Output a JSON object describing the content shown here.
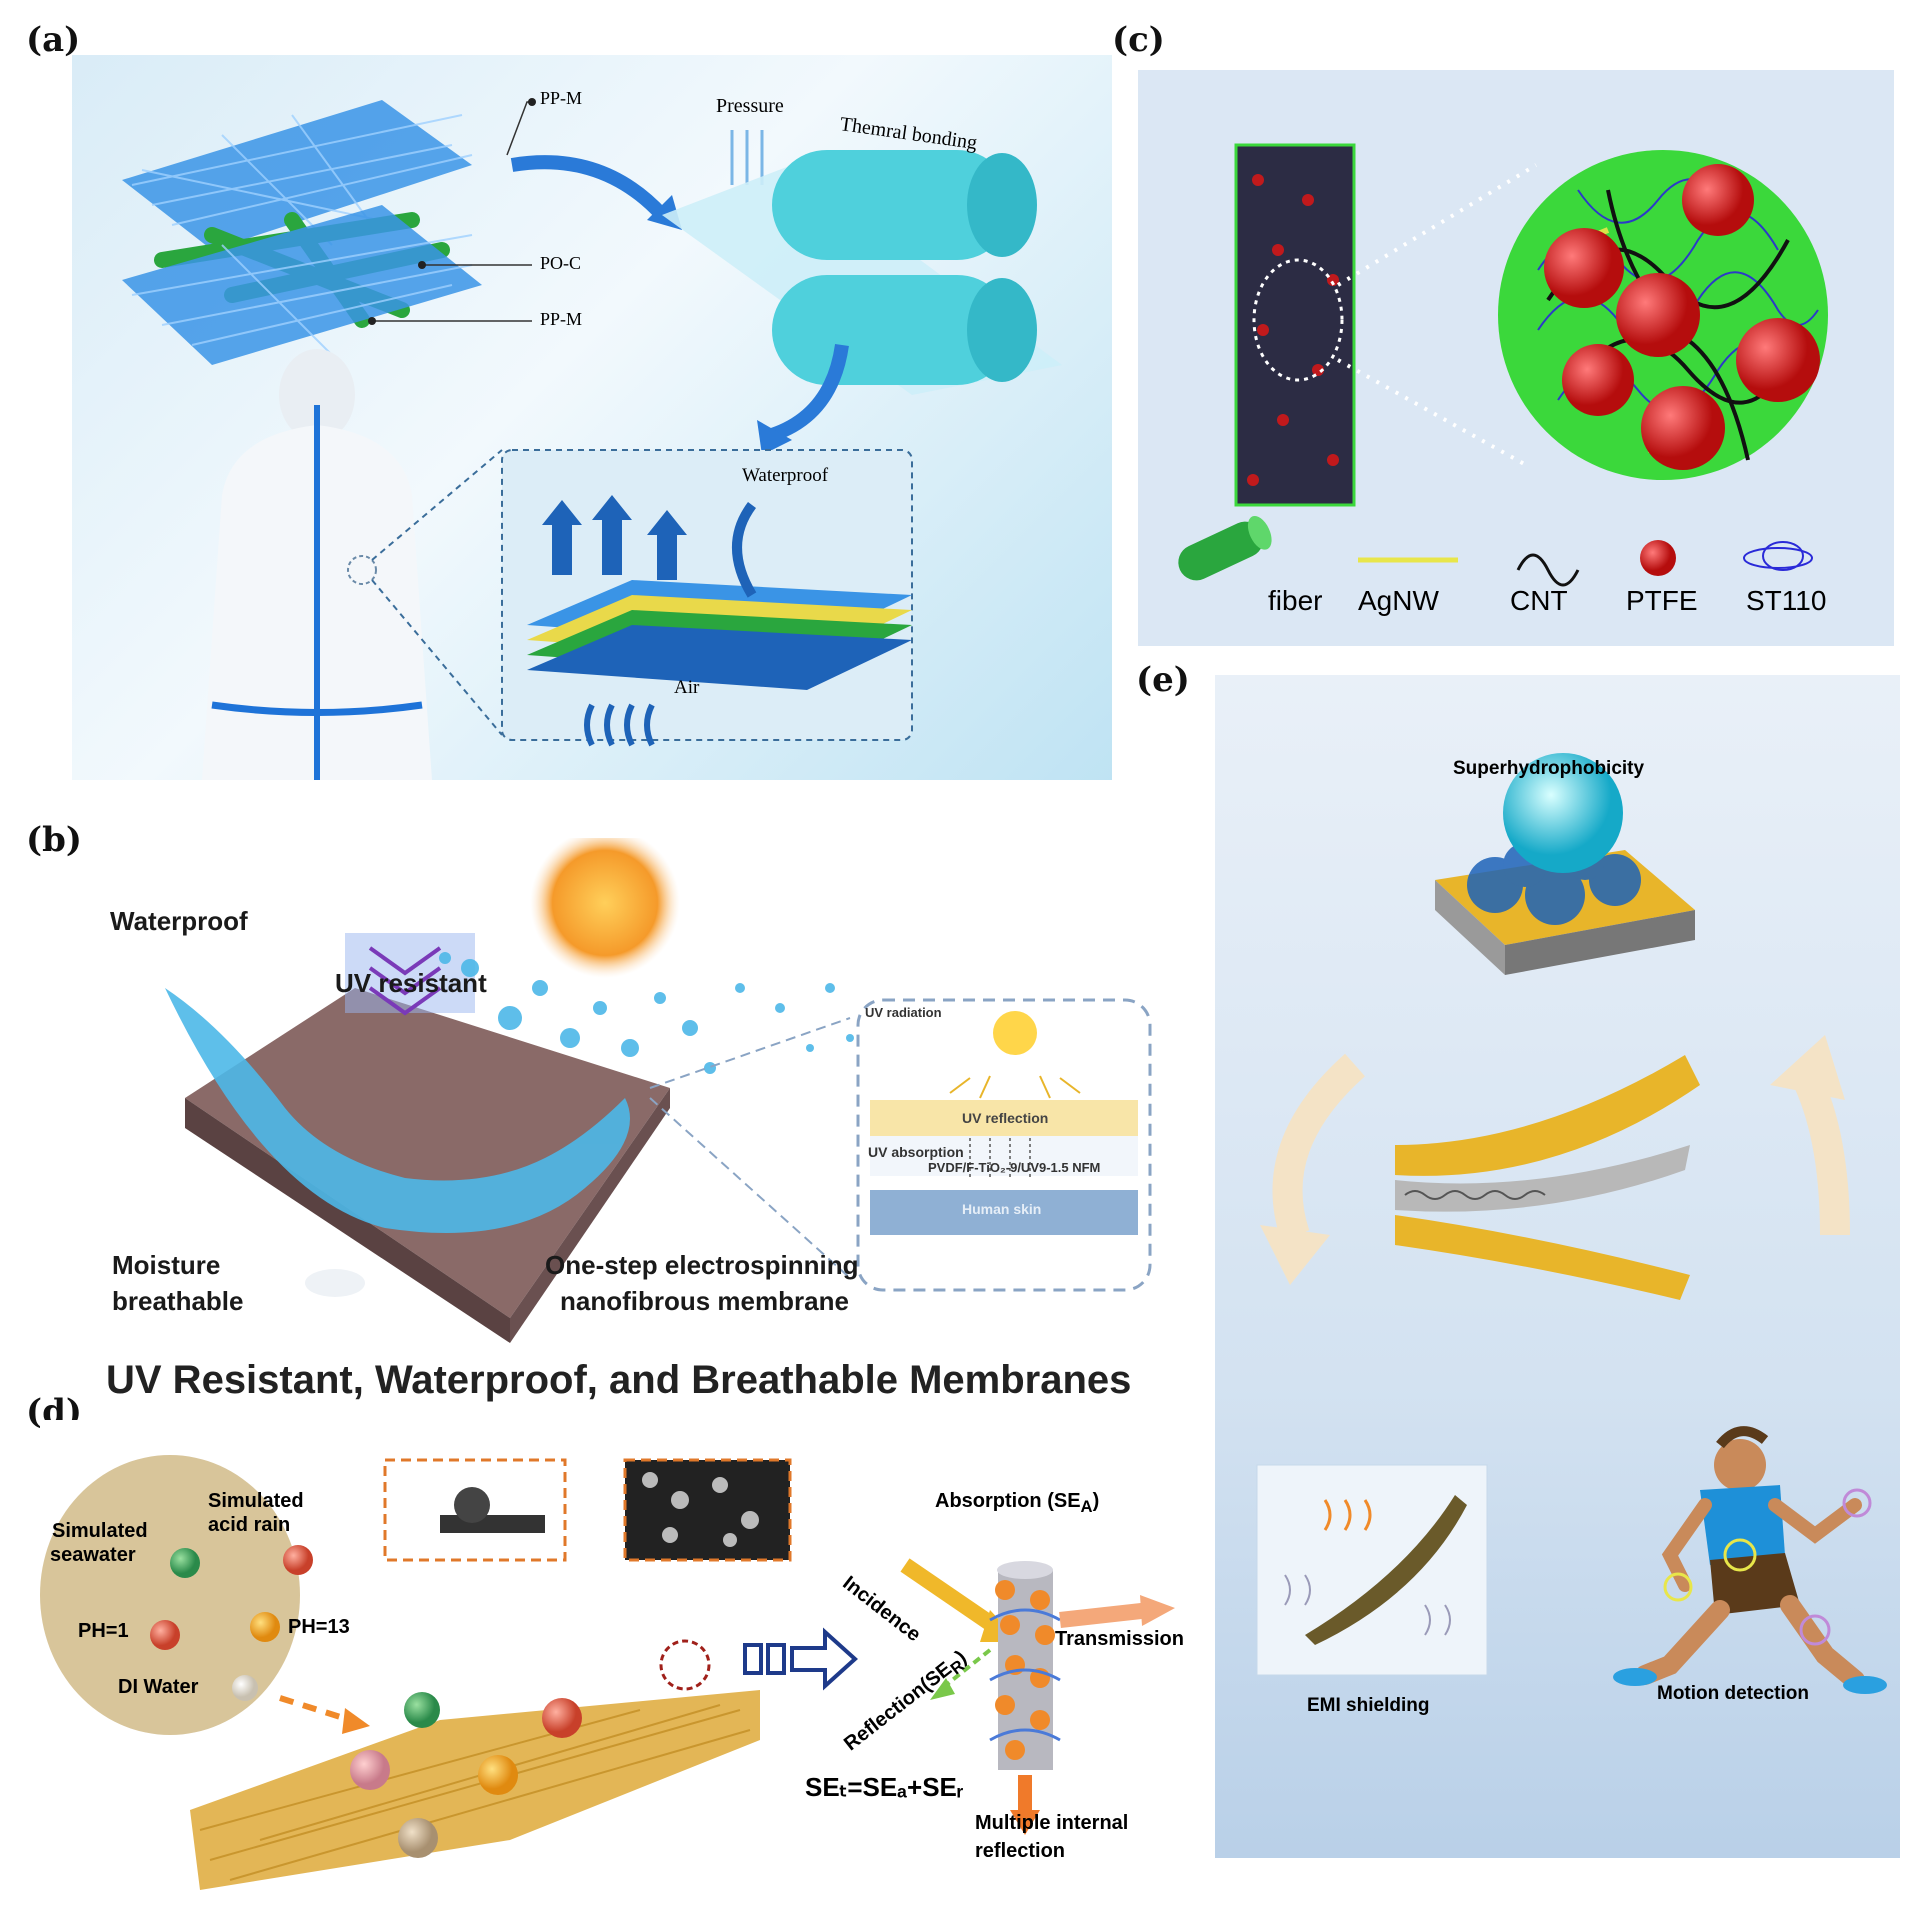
{
  "labels": {
    "a": "(a)",
    "b": "(b)",
    "c": "(c)",
    "d": "(d)",
    "e": "(e)"
  },
  "panel_a": {
    "pp_m_top": "PP-M",
    "po_c": "PO-C",
    "pp_m_bottom": "PP-M",
    "pressure": "Pressure",
    "thermal_bonding": "Themral bonding",
    "waterproof": "Waterproof",
    "air": "Air"
  },
  "panel_b": {
    "waterproof": "Waterproof",
    "uv_resistant": "UV resistant",
    "moisture": "Moisture",
    "breathable": "breathable",
    "one_step_1": "One-step electrospinning",
    "one_step_2": "nanofibrous membrane",
    "uv_radiation": "UV radiation",
    "uv_reflection": "UV reflection",
    "uv_absorption": "UV absorption",
    "membrane": "PVDF/F-TiO₂-9/UV9-1.5 NFM",
    "human_skin": "Human skin",
    "title": "UV Resistant, Waterproof, and Breathable Membranes"
  },
  "panel_c": {
    "legend": [
      "fiber",
      "AgNW",
      "CNT",
      "PTFE",
      "ST110"
    ]
  },
  "panel_d": {
    "simulated_seawater_1": "Simulated",
    "simulated_seawater_2": "seawater",
    "simulated_acid_1": "Simulated",
    "simulated_acid_2": "acid rain",
    "ph1": "PH=1",
    "ph13": "PH=13",
    "di_water": "DI Water",
    "absorption": "Absorption (SE",
    "absorption_sub": "A",
    "incidence": "Incidence",
    "transmission": "Transmission",
    "reflection": "Reflection(SE",
    "reflection_sub": "R",
    "equation": "SEₜ=SEₐ+SEᵣ",
    "multiple_1": "Multiple internal",
    "multiple_2": "reflection"
  },
  "panel_e": {
    "superhydrophobicity": "Superhydrophobicity",
    "emi_shielding": "EMI shielding",
    "motion_detection": "Motion detection"
  },
  "colors": {
    "fiber_blue": "#2f8fe0",
    "fiber_green": "#2aa63e",
    "ptfe_red": "#d21818",
    "agnw_yellow": "#e8e64a",
    "st110_blue": "#2a2ad8",
    "arrow_orange": "#f08a2a",
    "brown_mat": "#8a6a68"
  }
}
